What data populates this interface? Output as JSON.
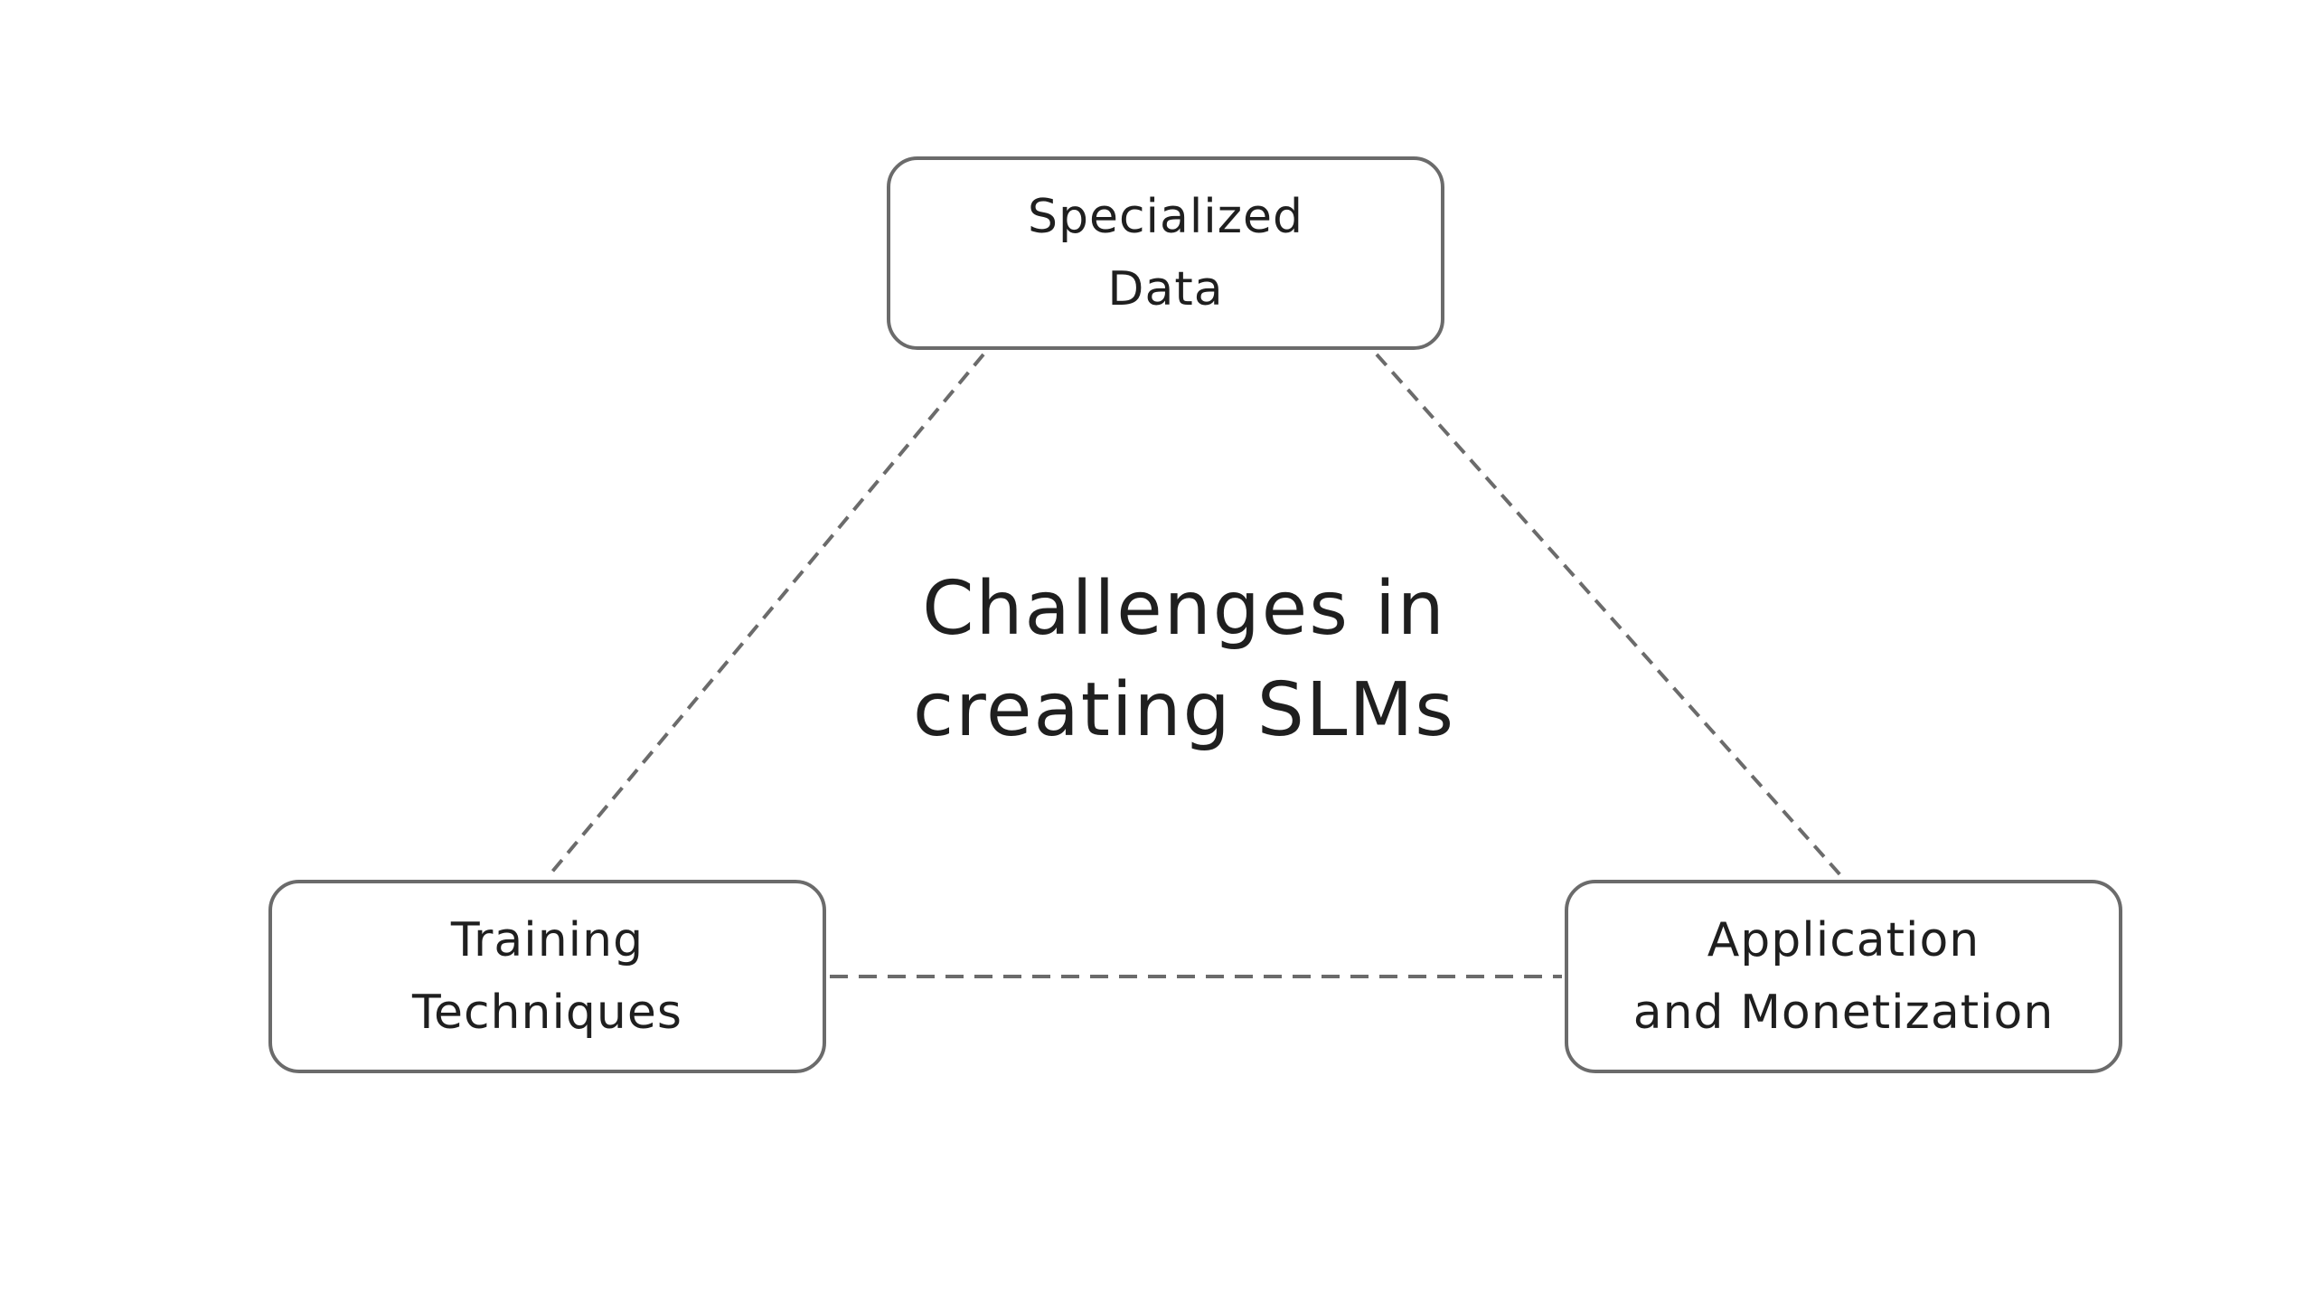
{
  "diagram": {
    "center_title": "Challenges in\ncreating SLMs",
    "nodes": {
      "top": {
        "label": "Specialized\nData"
      },
      "left": {
        "label": "Training\nTechniques"
      },
      "right": {
        "label": "Application\nand Monetization"
      }
    },
    "connector_style": "dashed",
    "colors": {
      "border": "#6b6b6b",
      "text": "#1f1f1f",
      "background": "#ffffff"
    }
  }
}
